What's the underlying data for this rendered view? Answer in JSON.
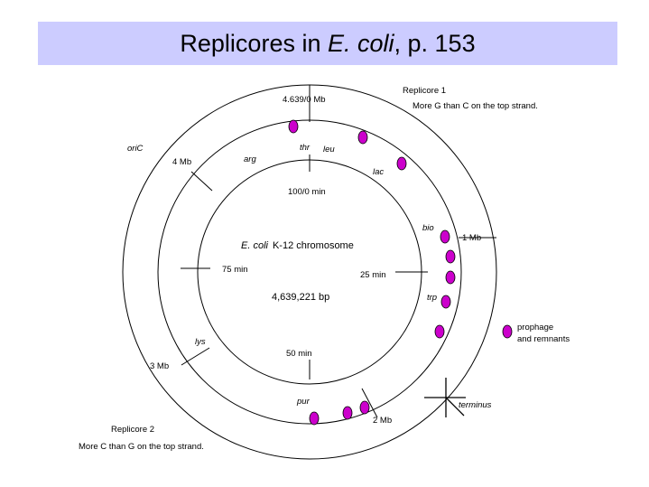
{
  "title": {
    "prefix": "Replicores in ",
    "organism": "E. coli",
    "suffix": ", p. 153"
  },
  "colors": {
    "title_background": "#ccccff",
    "marker_fill": "#cc00cc",
    "line": "#000000"
  },
  "outer_circle": {
    "label_top": "4.639/0 Mb",
    "label_4mb": "4 Mb",
    "label_1mb": "1 Mb",
    "label_3mb": "3 Mb",
    "label_2mb": "2 Mb",
    "origin": "oriC",
    "terminus": "terminus"
  },
  "inner_circle": {
    "label_top": "100/0 min",
    "label_25": "25 min",
    "label_50": "50 min",
    "label_75": "75 min",
    "name_italic": "E. coli",
    "name_rest": "K-12 chromosome",
    "size": "4,639,221 bp"
  },
  "genes": [
    "thr",
    "leu",
    "arg",
    "lac",
    "bio",
    "trp",
    "lys",
    "pur"
  ],
  "replicore1": {
    "title": "Replicore 1",
    "note": "More G than C on the top strand."
  },
  "replicore2": {
    "title": "Replicore 2",
    "note": "More C than G on the top strand."
  },
  "legend": {
    "line1": "prophage",
    "line2": "and remnants",
    "icon": "ellipse-marker"
  },
  "prophage_count": 11
}
